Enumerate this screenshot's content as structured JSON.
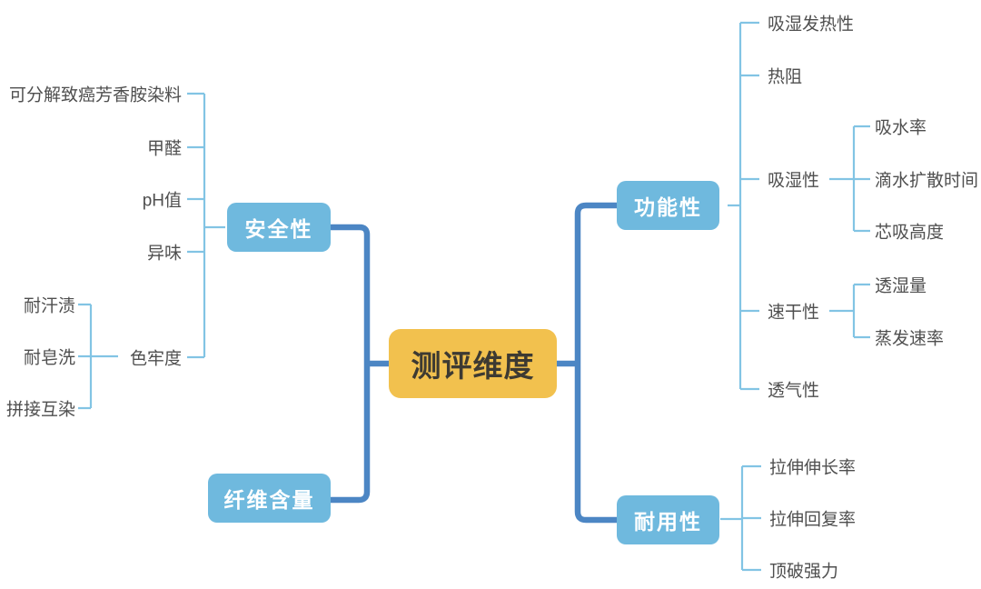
{
  "colors": {
    "background": "#ffffff",
    "center_fill": "#F2C14E",
    "center_text": "#3D3A32",
    "branch_fill": "#6FB9DE",
    "branch_text": "#ffffff",
    "thick_line": "#4C86C4",
    "thin_line": "#82C4E4",
    "label_text": "#4F4F4F"
  },
  "root": {
    "label": "测评维度"
  },
  "branches": [
    {
      "label": "安全性",
      "children": [
        {
          "label": "可分解致癌芳香胺染料"
        },
        {
          "label": "甲醛"
        },
        {
          "label": "pH值"
        },
        {
          "label": "异味"
        },
        {
          "label": "色牢度",
          "children": [
            {
              "label": "耐汗渍"
            },
            {
              "label": "耐皂洗"
            },
            {
              "label": "拼接互染"
            }
          ]
        }
      ]
    },
    {
      "label": "纤维含量"
    },
    {
      "label": "功能性",
      "children": [
        {
          "label": "吸湿发热性"
        },
        {
          "label": "热阻"
        },
        {
          "label": "吸湿性",
          "children": [
            {
              "label": "吸水率"
            },
            {
              "label": "滴水扩散时间"
            },
            {
              "label": "芯吸高度"
            }
          ]
        },
        {
          "label": "速干性",
          "children": [
            {
              "label": "透湿量"
            },
            {
              "label": "蒸发速率"
            }
          ]
        },
        {
          "label": "透气性"
        }
      ]
    },
    {
      "label": "耐用性",
      "children": [
        {
          "label": "拉伸伸长率"
        },
        {
          "label": "拉伸回复率"
        },
        {
          "label": "顶破强力"
        }
      ]
    }
  ]
}
